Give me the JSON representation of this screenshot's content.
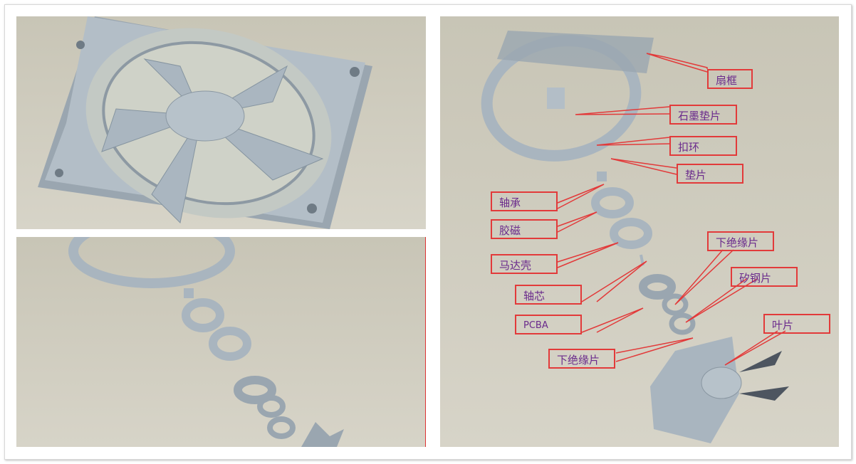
{
  "labels": {
    "fan_frame": "扇框",
    "graphite_pad": "石墨垫片",
    "clasp_ring": "扣环",
    "washer": "垫片",
    "bearing": "轴承",
    "rubber_magnet": "胶磁",
    "motor_shell": "马达壳",
    "shaft": "轴芯",
    "pcba": "PCBA",
    "lower_insulator_top": "下绝缘片",
    "silicon_steel": "矽钢片",
    "blades": "叶片",
    "lower_insulator_bottom": "下绝缘片"
  },
  "colors": {
    "part": "#a9b5bf",
    "leader": "#e23a3a",
    "label_text": "#6a2a8c"
  }
}
